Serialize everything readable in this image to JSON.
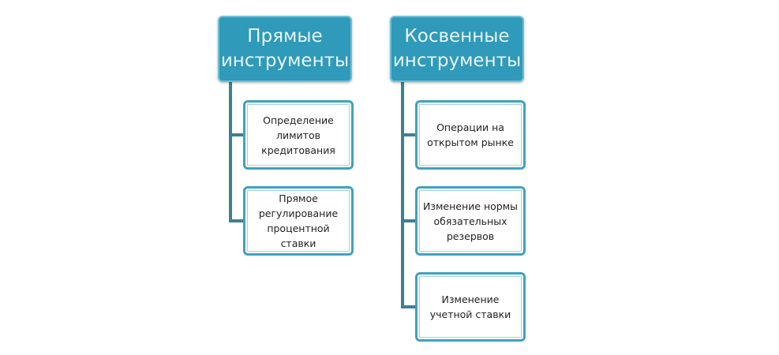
{
  "direct": {
    "title": "Прямые\nинструменты",
    "items": [
      "Определение\nлимитов\nкредитования",
      "Прямое\nрегулирование\nпроцентной ставки"
    ]
  },
  "indirect": {
    "title": "Косвенные\nинструменты",
    "items": [
      "Операции на\nоткрытом рынке",
      "Изменение нормы\nобязательных\nрезервов",
      "Изменение\nучетной ставки"
    ]
  },
  "colors": {
    "header": "#2f9ab9",
    "border": "#3fa2bf",
    "connector": "#3b7f96"
  }
}
